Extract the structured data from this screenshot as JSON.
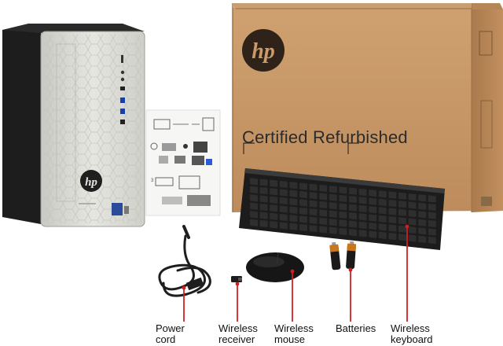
{
  "box": {
    "logo_text": "hp",
    "caption": "Certified Refurbished"
  },
  "tower": {
    "logo_text": "hp"
  },
  "callouts": [
    {
      "line1": "Power",
      "line2": "cord"
    },
    {
      "line1": "Wireless",
      "line2": "receiver"
    },
    {
      "line1": "Wireless",
      "line2": "mouse"
    },
    {
      "line1": "Batteries",
      "line2": ""
    },
    {
      "line1": "Wireless",
      "line2": "keyboard"
    }
  ],
  "colors": {
    "callout_line": "#d11f1f",
    "box_cardboard": "#c99a6a",
    "tower_silver": "#d8d8d2"
  }
}
